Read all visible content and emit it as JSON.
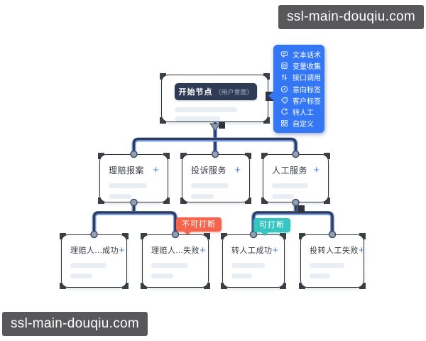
{
  "watermarks": {
    "top_right": "ssl-main-douqiu.com",
    "bottom_left": "ssl-main-douqiu.com"
  },
  "start_node": {
    "title": "开始节点",
    "subtitle": "（用户意图）"
  },
  "node_panel": {
    "items": [
      {
        "label": "文本话术",
        "icon": "chat-bubble-icon"
      },
      {
        "label": "变量收集",
        "icon": "variable-collect-icon"
      },
      {
        "label": "接口调用",
        "icon": "api-call-icon"
      },
      {
        "label": "意向标签",
        "icon": "intent-tag-icon"
      },
      {
        "label": "客户标签",
        "icon": "customer-tag-icon"
      },
      {
        "label": "转人工",
        "icon": "transfer-agent-icon"
      },
      {
        "label": "自定义",
        "icon": "custom-icon"
      }
    ]
  },
  "flow_nodes": {
    "row2": [
      {
        "title": "理赔报案",
        "add": "+"
      },
      {
        "title": "投诉服务",
        "add": "+"
      },
      {
        "title": "人工服务",
        "add": "+"
      }
    ],
    "row3": [
      {
        "title": "理赔人...成功",
        "add": "+"
      },
      {
        "title": "理赔人...失败",
        "add": "+"
      },
      {
        "title": "转人工成功",
        "add": "+"
      },
      {
        "title": "投转人工失败",
        "add": "+"
      }
    ]
  },
  "edge_labels": {
    "uninterruptible": "不可打断",
    "interruptible": "可打断"
  },
  "colors": {
    "panel_blue": "#3377f6",
    "header_navy": "#2e3b55",
    "label_red": "#f5654d",
    "label_teal": "#35c6c2",
    "edge_dark": "#303d52",
    "edge_highlight": "#7b9cf3",
    "accent_blue": "#4d86f2",
    "watermark_bg": "#58585a",
    "placeholder_bar": "#e9edf4"
  }
}
